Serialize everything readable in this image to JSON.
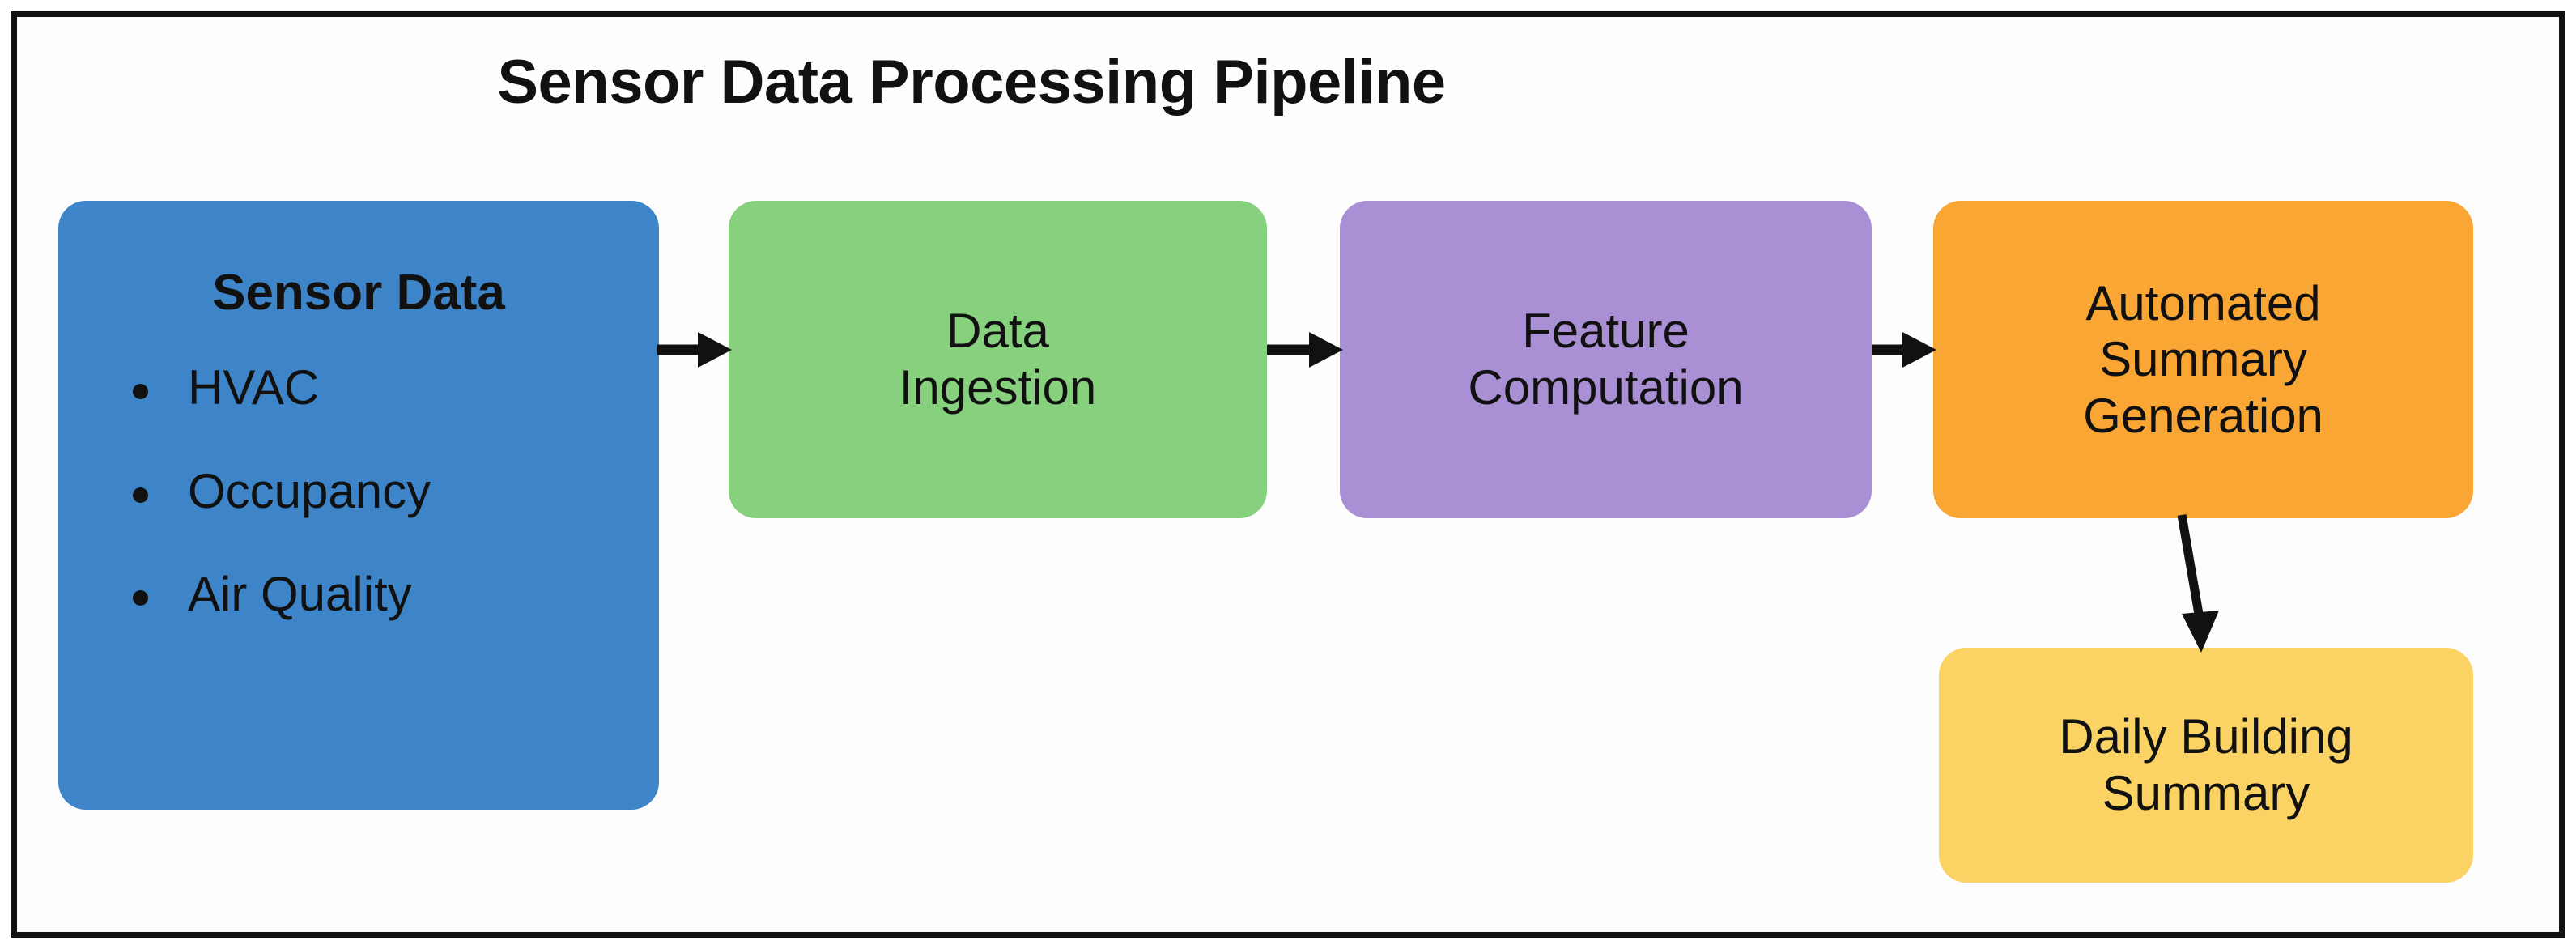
{
  "diagram": {
    "title": "Sensor Data Processing Pipeline",
    "frame_color": "#111111",
    "background": "#ffffff",
    "nodes": [
      {
        "id": "sensor-data",
        "title": "Sensor Data",
        "bullets": [
          "HVAC",
          "Occupancy",
          "Air Quality"
        ],
        "color": "#3d85c8",
        "bold_title": true
      },
      {
        "id": "data-ingestion",
        "line1": "Data",
        "line2": "Ingestion",
        "color": "#86d07e"
      },
      {
        "id": "feature-computation",
        "line1": "Feature",
        "line2": "Computation",
        "color": "#a98fd4"
      },
      {
        "id": "automated-summary-generation",
        "line1": "Automated",
        "line2": "Summary",
        "line3": "Generation",
        "color": "#f9a635"
      },
      {
        "id": "daily-building-summary",
        "line1": "Daily Building",
        "line2": "Summary",
        "color": "#fbd364"
      }
    ],
    "edges": [
      {
        "id": "edge-1",
        "from": "sensor-data",
        "to": "data-ingestion",
        "direction": "right"
      },
      {
        "id": "edge-2",
        "from": "data-ingestion",
        "to": "feature-computation",
        "direction": "right"
      },
      {
        "id": "edge-3",
        "from": "feature-computation",
        "to": "automated-summary-generation",
        "direction": "right"
      },
      {
        "id": "edge-4",
        "from": "automated-summary-generation",
        "to": "daily-building-summary",
        "direction": "down"
      }
    ],
    "arrow_color": "#111111"
  }
}
